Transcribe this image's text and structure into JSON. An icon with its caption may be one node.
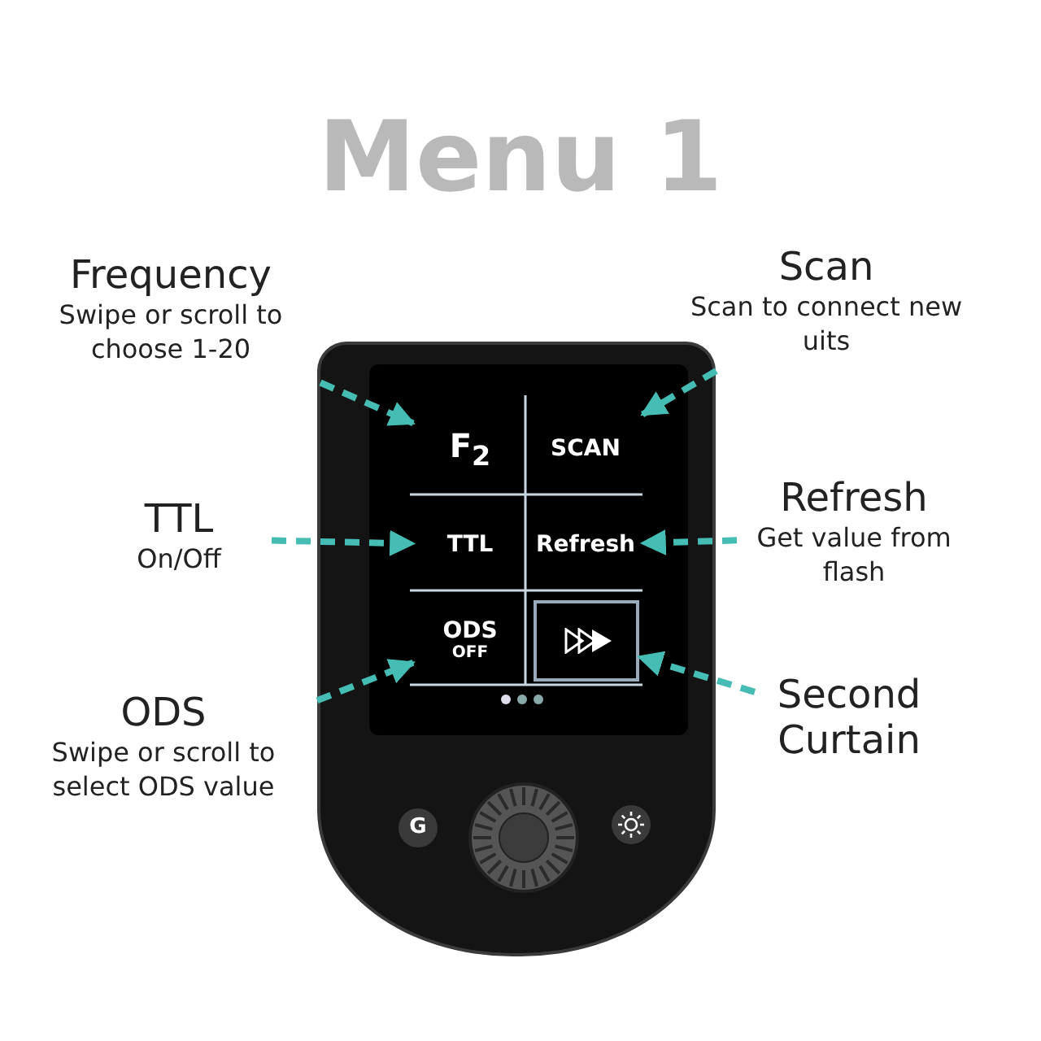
{
  "diagram": {
    "title": "Menu 1",
    "nodes": [
      {
        "text": [
          "Frequency",
          "Swipe or scroll to choose 1-20"
        ]
      },
      {
        "text": [
          "Scan",
          "Scan to connect new uits"
        ]
      },
      {
        "text": [
          "TTL",
          "On/Off"
        ]
      },
      {
        "text": [
          "Refresh",
          "Get value from flash"
        ]
      },
      {
        "text": [
          "ODS",
          "Swipe or scroll to select ODS value"
        ]
      },
      {
        "text": [
          "Second Curtain"
        ]
      },
      {
        "text": [],
        "shape": "picture"
      },
      {
        "text": [
          "F$_{2}$"
        ],
        "in": 6
      },
      {
        "text": [
          "SCAN"
        ],
        "in": 6
      },
      {
        "text": [
          "TTL"
        ],
        "in": 6
      },
      {
        "text": [
          "Refresh"
        ],
        "in": 6
      },
      {
        "text": [
          "ODS",
          "OFF"
        ],
        "in": 6
      },
      {
        "text": [],
        "shape": "box",
        "in": 6
      }
    ],
    "edges": [
      {
        "from": 0,
        "to": 7,
        "arrow": "to",
        "style": "dashed"
      },
      {
        "from": 1,
        "to": 8,
        "arrow": "to",
        "style": "dashed"
      },
      {
        "from": 2,
        "to": 9,
        "arrow": "to",
        "style": "dashed"
      },
      {
        "from": 3,
        "to": 10,
        "arrow": "to",
        "style": "dashed"
      },
      {
        "from": 4,
        "to": 11,
        "arrow": "to",
        "style": "dashed"
      },
      {
        "from": 5,
        "to": 12,
        "arrow": "to",
        "style": "dashed"
      }
    ],
    "labels": [
      "G"
    ]
  }
}
